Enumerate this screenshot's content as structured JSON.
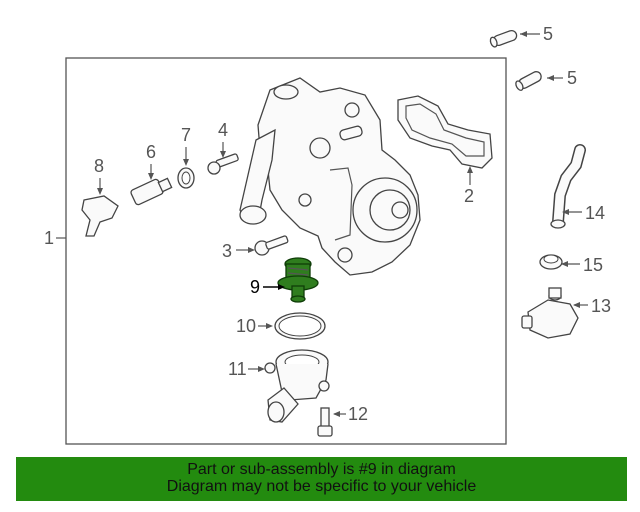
{
  "callouts": {
    "c1": "1",
    "c2": "2",
    "c3": "3",
    "c4": "4",
    "c5a": "5",
    "c5b": "5",
    "c6": "6",
    "c7": "7",
    "c8": "8",
    "c9": "9",
    "c10": "10",
    "c11": "11",
    "c12": "12",
    "c13": "13",
    "c14": "14",
    "c15": "15"
  },
  "highlight": {
    "part_number": "9",
    "color": "#2f7d1e"
  },
  "banner": {
    "line1": "Part or sub-assembly is #9 in diagram",
    "line2": "Diagram may not be specific to your vehicle",
    "background": "#238b0f"
  }
}
